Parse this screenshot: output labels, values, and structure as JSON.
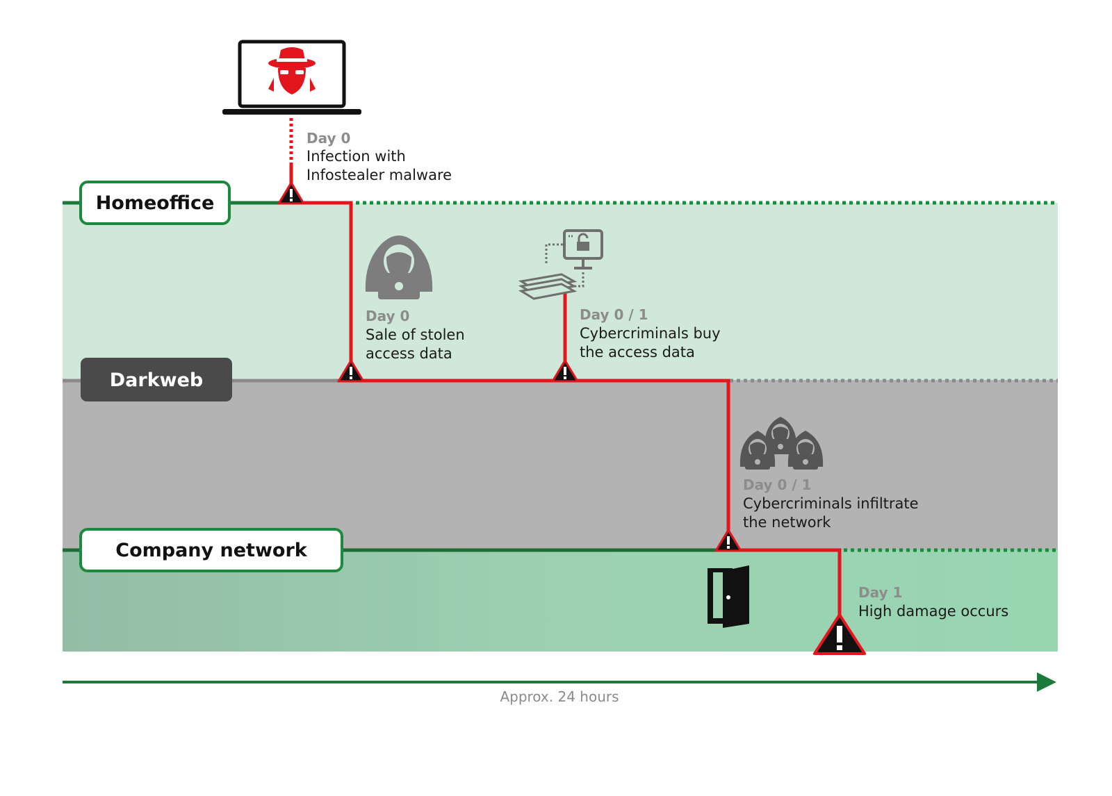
{
  "lanes": {
    "homeoffice": "Homeoffice",
    "darkweb": "Darkweb",
    "company": "Company network"
  },
  "events": [
    {
      "day": "Day 0",
      "line1": "Infection with",
      "line2": "Infostealer malware",
      "icon": "hacker-laptop-icon"
    },
    {
      "day": "Day 0",
      "line1": "Sale of stolen",
      "line2": "access data",
      "icon": "hooded-hacker-icon"
    },
    {
      "day": "Day 0 / 1",
      "line1": "Cybercriminals buy",
      "line2": "the access data",
      "icon": "money-computer-lock-icon"
    },
    {
      "day": "Day 0 / 1",
      "line1": "Cybercriminals infiltrate",
      "line2": "the network",
      "icon": "hacker-group-icon"
    },
    {
      "day": "Day 1",
      "line1": "High damage occurs",
      "line2": "",
      "icon": "open-door-icon"
    }
  ],
  "axis": {
    "label": "Approx. 24 hours"
  },
  "colors": {
    "homeoffice_band": "#cfe8d9",
    "darkweb_band": "#b3b3b3",
    "company_band": "#9fd4b4",
    "green_line": "#1b7a3a",
    "attack_path": "#e3161e",
    "darkweb_label": "#4a4a4a"
  }
}
